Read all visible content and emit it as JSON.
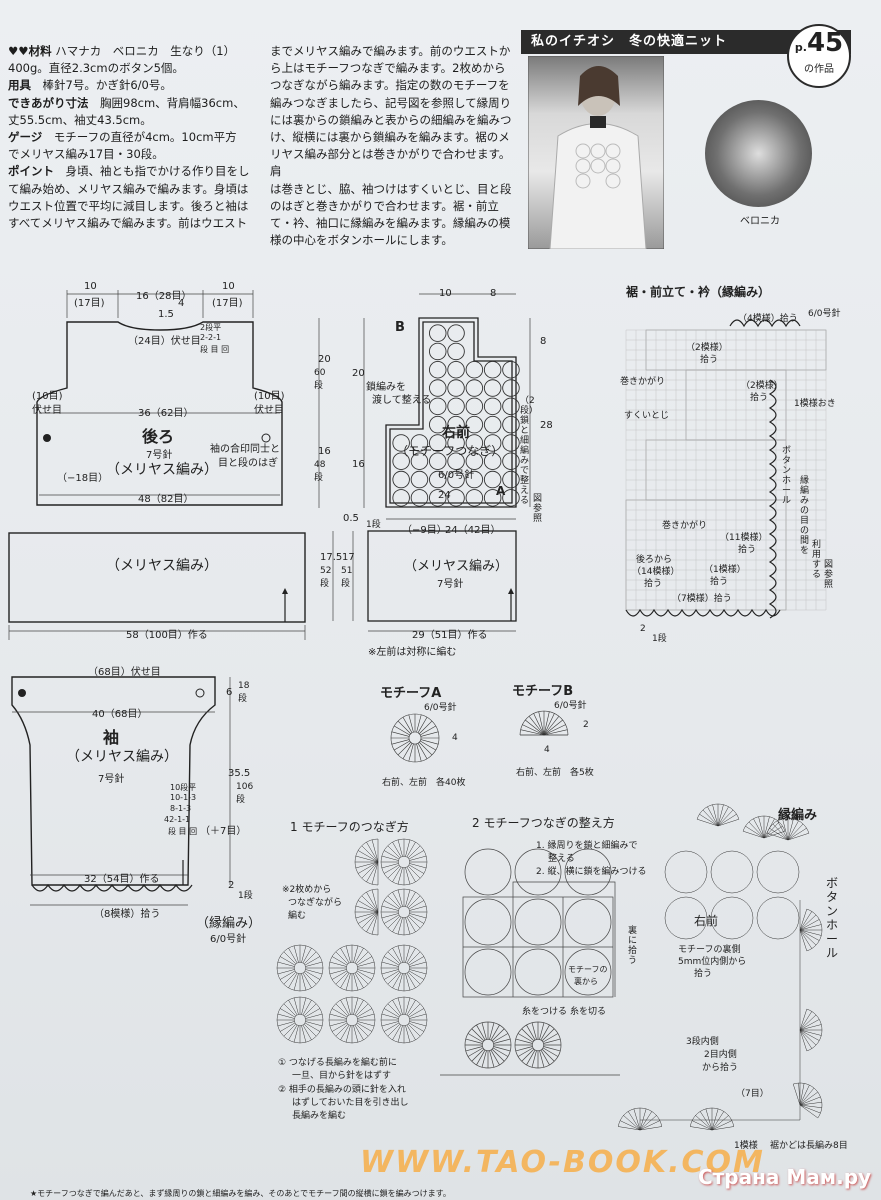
{
  "header": {
    "banner": "私のイチオシ　冬の快適ニット",
    "page_prefix": "p.",
    "page_number": "45",
    "page_suffix": "の作品",
    "yarn_caption": "ベロニカ"
  },
  "materials": {
    "label1": "♥♥材料",
    "text1": "ハマナカ　ベロニカ　生なり（1）",
    "text2": "400g。直径2.3cmのボタン5個。",
    "label2": "用具",
    "text3": "棒針7号。かぎ針6/0号。",
    "label3": "できあがり寸法",
    "text4": "胸囲98cm、背肩幅36cm、",
    "text5": "丈55.5cm、袖丈43.5cm。",
    "label4": "ゲージ",
    "text6": "モチーフの直径が4cm。10cm平方",
    "text7": "でメリヤス編み17目・30段。",
    "label5": "ポイント",
    "text8": "身頃、袖とも指でかける作り目をし",
    "text9": "て編み始め、メリヤス編みで編みます。身頃は",
    "text10": "ウエスト位置で平均に減目します。後ろと袖は",
    "text11": "すべてメリヤス編みで編みます。前はウエスト"
  },
  "instructions": [
    "までメリヤス編みで編みます。前のウエストか",
    "ら上はモチーフつなぎで編みます。2枚めから",
    "つなぎながら編みます。指定の数のモチーフを",
    "編みつなぎましたら、記号図を参照して縁周り",
    "には裏からの鎖編みと表からの細編みを編みつ",
    "け、縦横には裏から鎖編みを編みます。裾のメ",
    "リヤス編み部分とは巻きかがりで合わせます。肩",
    "は巻きとじ、脇、袖つけはすくいとじ、目と段",
    "のはぎと巻きかがりで合わせます。裾・前立",
    "て・衿、袖口に縁編みを編みます。縁編みの模",
    "様の中心をボタンホールにします。"
  ],
  "back": {
    "title": "後ろ",
    "needle": "7号針",
    "pattern": "（メリヤス編み）",
    "w10a": "10",
    "w10a_st": "(17目)",
    "w16": "16（28目）",
    "w10b": "10",
    "w10b_st": "(17目)",
    "neck_bo": "（24目）伏せ目",
    "neck_h": "1.5",
    "neck_4": "4",
    "neck_dec1": "2段平",
    "neck_dec2": "2-2-1",
    "neck_dec3": "段 目 回",
    "arm_l1": "(10目)",
    "arm_l2": "伏せ目",
    "arm_r1": "(10目)",
    "arm_r2": "伏せ目",
    "chest": "36（62目）",
    "join_note1": "袖の合印同士と",
    "join_note2": "目と段のはぎ",
    "dec18": "（−18目）",
    "waist": "48（82目）",
    "hem_pattern": "（メリヤス編み）",
    "cast_on": "58（100目）作る"
  },
  "front": {
    "title": "右前",
    "pattern": "（モチーフつなぎ）",
    "needle": "6/0号針",
    "label_b": "B",
    "label_a": "A",
    "note1": "鎖編みを",
    "note2": "渡して整える",
    "note3": "（2段）鎖と細編みで整える",
    "note4": "図参照",
    "w10": "10",
    "w8": "8",
    "h20": "20",
    "h60": "60段",
    "h16": "16",
    "h48": "48段",
    "h20b": "20",
    "h16b": "16",
    "h28": "28",
    "h8": "8",
    "h05": "0.5",
    "h1": "1段",
    "w24": "24",
    "dec9": "（−9目）",
    "waist": "24（42目）",
    "hem_pattern": "（メリヤス編み）",
    "needle2": "7号針",
    "h175": "17.5",
    "h52": "52段",
    "h17": "17",
    "h51": "51段",
    "cast_on": "29（51目）作る",
    "note_left": "※左前は対称に編む"
  },
  "border": {
    "title": "裾・前立て・衿（縁編み）",
    "hook": "6/0号針",
    "pick4": "（4模様）拾う",
    "pick2": "（2模様）",
    "pick2b": "拾う",
    "pick2c": "（2模様）",
    "pick2d": "拾う",
    "one_skip": "1模様おき",
    "maki": "巻きかがり",
    "sukui": "すくいとじ",
    "buttonhole": "ボタンホール",
    "note1": "縁編みの目の間を",
    "note2": "利用する",
    "ref": "図参照",
    "maki2": "巻きかがり",
    "pick11": "（11模様）",
    "pick11b": "拾う",
    "pick14a": "後ろから",
    "pick14b": "（14模様）",
    "pick14c": "拾う",
    "pick1a": "（1模様）",
    "pick1b": "拾う",
    "pick7": "（7模様）拾う",
    "two": "2",
    "one": "1段"
  },
  "sleeve": {
    "bo": "（68目）伏せ目",
    "top": "40（68目）",
    "title": "袖",
    "pattern": "（メリヤス編み）",
    "needle": "7号針",
    "h6": "6",
    "h18": "18段",
    "h355": "35.5",
    "h106": "106段",
    "inc1": "10段平",
    "inc2": "10-1-3",
    "inc3": "8-1-3",
    "inc4": "42-1-1",
    "inc5": "段 目 回",
    "inc_total": "（＋7目）",
    "cuff": "32（54目）作る",
    "h2": "2",
    "h1": "1段",
    "pick8": "（8模様）拾う",
    "edge": "（縁編み）",
    "hook": "6/0号針"
  },
  "motifs": {
    "a_title": "モチーフA",
    "a_hook": "6/0号針",
    "a_size": "4",
    "a_count": "右前、左前　各40枚",
    "b_title": "モチーフB",
    "b_hook": "6/0号針",
    "b_w": "4",
    "b_h": "2",
    "b_count": "右前、左前　各5枚"
  },
  "diagram1": {
    "title": "1 モチーフのつなぎ方",
    "note1": "※2枚めから",
    "note2": "つなぎながら",
    "note3": "編む",
    "step1a": "① つなげる長編みを編む前に",
    "step1b": "一旦、目から針をはずす",
    "step2a": "② 相手の長編みの頭に針を入れ",
    "step2b": "はずしておいた目を引き出し",
    "step2c": "長編みを編む"
  },
  "diagram2": {
    "title": "2 モチーフつなぎの整え方",
    "step1a": "1. 縁周りを鎖と細編みで",
    "step1b": "整える",
    "step2": "2. 縦、横に鎖を編みつける",
    "side_note": "裏に拾う",
    "back_note1": "モチーフの",
    "back_note2": "裏から",
    "join": "糸をつける",
    "cut": "糸を切る"
  },
  "diagram3": {
    "title": "縁編み",
    "side": "ボタンホール",
    "label": "右前",
    "note1": "モチーフの裏側",
    "note2": "5mm位内側から",
    "note3": "拾う",
    "note4": "3段内側",
    "note5": "2目内側",
    "note6": "から拾う",
    "count7": "（7目）",
    "pick1": "1模様",
    "pick2": "裾かどは長編み8目"
  },
  "footer": {
    "note": "★モチーフつなぎで編んだあと、まず縁周りの鎖と細編みを編み、そのあとでモチーフ間の縦横に鎖を編みつけます。"
  },
  "watermark": {
    "site": "WWW.TAO-BOOK.COM",
    "badge": "Страна Мам.ру"
  }
}
